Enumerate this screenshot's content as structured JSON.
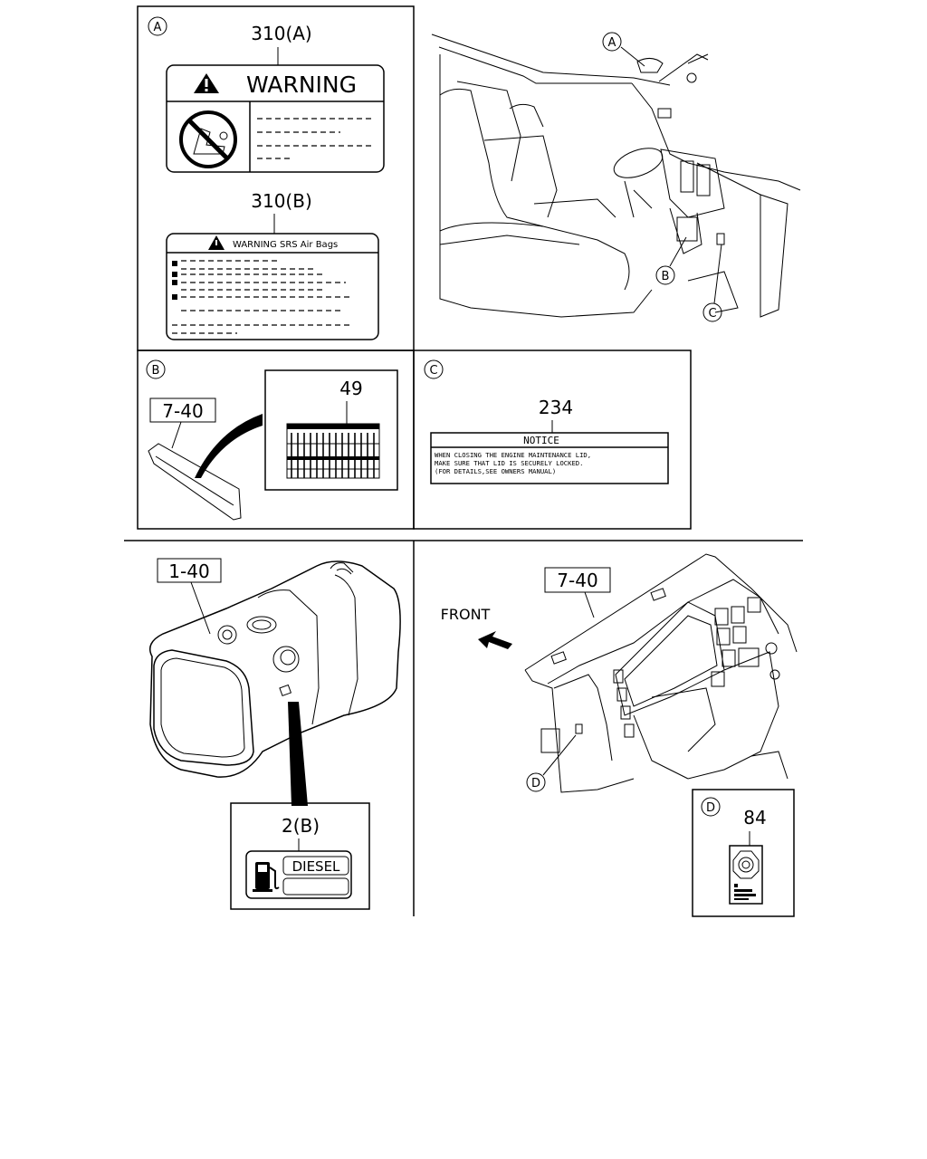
{
  "panel_a": {
    "callout": "A",
    "label_a_part": "310(A)",
    "label_a_title": "WARNING",
    "label_b_part": "310(B)",
    "label_b_title": "WARNING SRS Air Bags"
  },
  "cab_view": {
    "callouts": [
      "A",
      "B",
      "C"
    ]
  },
  "panel_b": {
    "callout": "B",
    "ref": "7-40",
    "part": "49"
  },
  "panel_c": {
    "callout": "C",
    "part": "234",
    "notice_title": "NOTICE",
    "notice_lines": [
      "WHEN CLOSING THE ENGINE MAINTENANCE LID,",
      "MAKE SURE THAT LID IS SECURELY LOCKED.",
      "(FOR DETAILS,SEE OWNERS MANUAL)"
    ]
  },
  "fuel_tank": {
    "ref": "1-40",
    "part": "2(B)",
    "fuel_label": "DIESEL"
  },
  "dashboard": {
    "ref": "7-40",
    "direction": "FRONT",
    "callout": "D"
  },
  "panel_d": {
    "callout": "D",
    "part": "84"
  }
}
